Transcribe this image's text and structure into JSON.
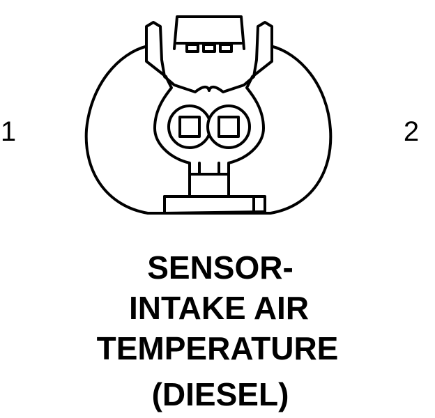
{
  "pins": [
    {
      "label": "1"
    },
    {
      "label": "2"
    }
  ],
  "title_lines": [
    "SENSOR-",
    "INTAKE AIR",
    "TEMPERATURE",
    "(DIESEL)"
  ],
  "colors": {
    "line": "#000000",
    "background": "#ffffff"
  }
}
